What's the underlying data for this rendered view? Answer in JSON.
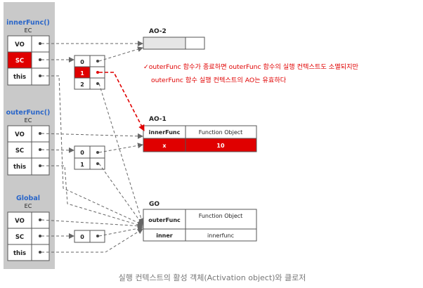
{
  "palette": {
    "panel": "#c9c9c9",
    "border": "#555555",
    "title_blue": "#2a66c9",
    "accent_red": "#e00000",
    "text": "#222222",
    "caption": "#777777",
    "ao2_fill": "#e6e6e6"
  },
  "contexts": [
    {
      "title": "innerFunc()",
      "subtitle": "EC",
      "rows": [
        "VO",
        "SC",
        "this"
      ]
    },
    {
      "title": "outerFunc()",
      "subtitle": "EC",
      "rows": [
        "VO",
        "SC",
        "this"
      ]
    },
    {
      "title": "Global",
      "subtitle": "EC",
      "rows": [
        "VO",
        "SC",
        "this"
      ]
    }
  ],
  "scope_chains": [
    {
      "indices": [
        "0",
        "1",
        "2"
      ]
    },
    {
      "indices": [
        "0",
        "1"
      ]
    },
    {
      "indices": [
        "0"
      ]
    }
  ],
  "objects": {
    "ao2": {
      "label": "AO-2"
    },
    "ao1": {
      "label": "AO-1",
      "rows": [
        {
          "key": "innerFunc",
          "value": "Function Object"
        },
        {
          "key": "x",
          "value": "10"
        }
      ]
    },
    "go": {
      "label": "GO",
      "rows": [
        {
          "key": "outerFunc",
          "value": "Function Object"
        },
        {
          "key": "inner",
          "value": "innerfunc"
        }
      ]
    }
  },
  "note": {
    "line1": "✓outerFunc 함수가 종료하면 outerFunc 함수의 실행 컨텍스트도 소멸되지만",
    "line2": "outerFunc  함수 실행 컨텍스트의 AO는 유효하다"
  },
  "caption": "실행 컨텍스트의 활성 객체(Activation object)와 클로저"
}
